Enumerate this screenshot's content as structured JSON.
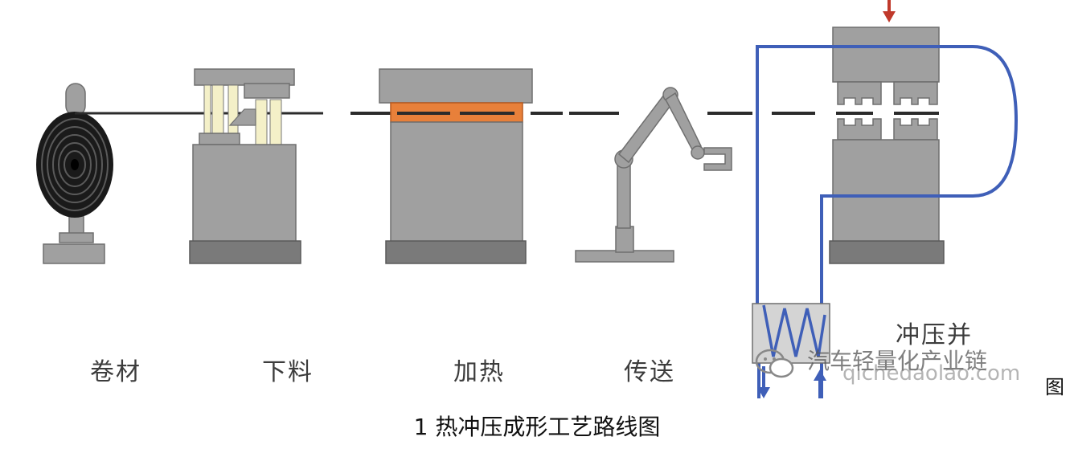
{
  "stages": {
    "coil": "卷材",
    "blanking": "下料",
    "heating": "加热",
    "transfer": "传送",
    "stamping_line1": "冲压并"
  },
  "watermark": {
    "name": "汽车轻量化产业链",
    "site": "qichedaolao.com"
  },
  "caption": {
    "prefix": "图",
    "text": "1 热冲压成形工艺路线图"
  },
  "colors": {
    "machine_gray": "#a0a0a0",
    "machine_dark": "#7a7a7a",
    "heating_plate": "#e8803a",
    "cooling_pipe": "#3f5fb8",
    "press_arrow": "#c0392b",
    "guide_column": "#f4f0c8"
  }
}
